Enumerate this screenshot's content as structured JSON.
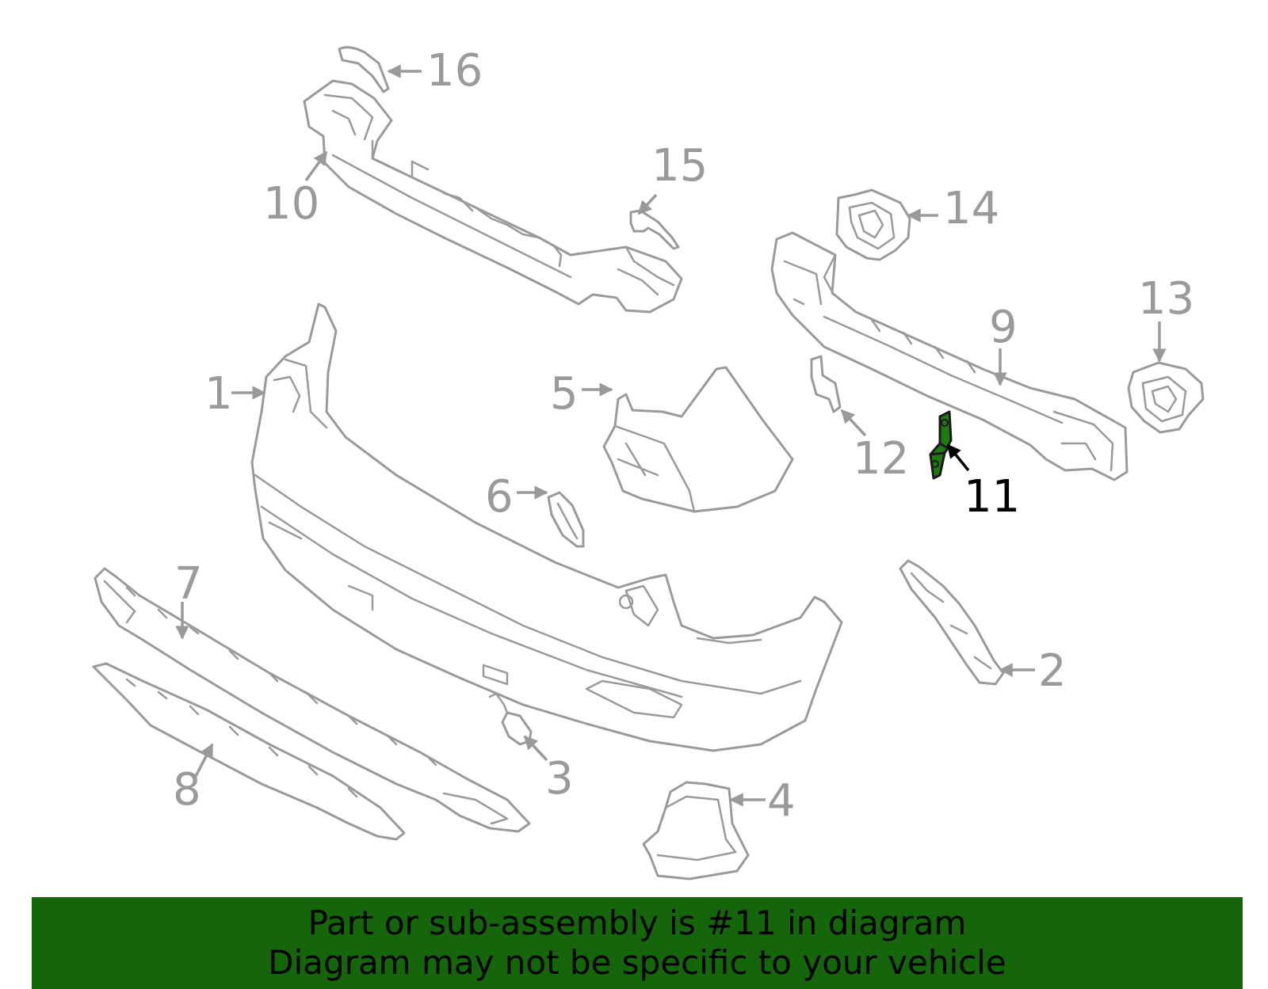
{
  "callouts": {
    "c1": "1",
    "c2": "2",
    "c3": "3",
    "c4": "4",
    "c5": "5",
    "c6": "6",
    "c7": "7",
    "c8": "8",
    "c9": "9",
    "c10": "10",
    "c11": "11",
    "c12": "12",
    "c13": "13",
    "c14": "14",
    "c15": "15",
    "c16": "16"
  },
  "highlighted_part": "11",
  "banner": {
    "line1": "Part or sub-assembly is #11 in diagram",
    "line2": "Diagram may not be specific to your vehicle"
  },
  "colors": {
    "line_art": "#9a9a9a",
    "highlight_fill": "#1f7a10",
    "banner_background": "#15650a",
    "banner_text": "#000000"
  }
}
